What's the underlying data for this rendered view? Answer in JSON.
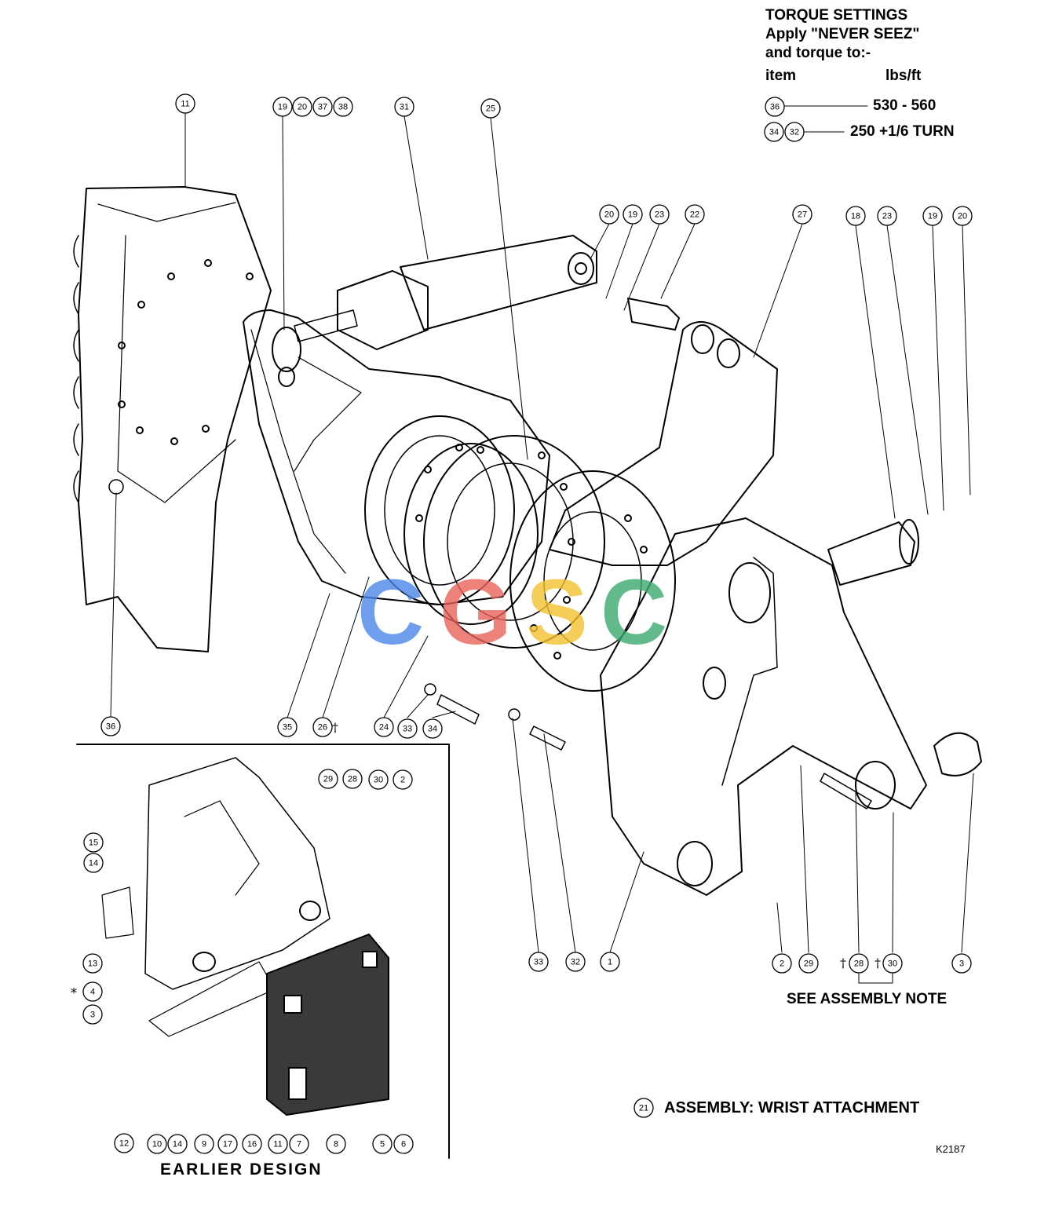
{
  "torque_settings": {
    "title": "TORQUE SETTINGS",
    "line2": "Apply \"NEVER SEEZ\"",
    "line3": "and torque to:-",
    "col_item": "item",
    "col_unit": "lbs/ft",
    "rows": [
      {
        "items": [
          "36"
        ],
        "value": "530 - 560"
      },
      {
        "items": [
          "34",
          "32"
        ],
        "value": "250 +1/6 TURN"
      }
    ]
  },
  "balloons": {
    "b11": "11",
    "b19": "19",
    "b20": "20",
    "b37": "37",
    "b38": "38",
    "b31": "31",
    "b25": "25",
    "b27": "27",
    "b22": "22",
    "b23": "23",
    "b18": "18",
    "b36": "36",
    "b35": "35",
    "b26": "26",
    "b24": "24",
    "b33": "33",
    "b34": "34",
    "b32": "32",
    "b1": "1",
    "b2": "2",
    "b29": "29",
    "b28": "28",
    "b30": "30",
    "b3": "3",
    "b15": "15",
    "b14": "14",
    "b13": "13",
    "b4": "4",
    "b12": "12",
    "b10": "10",
    "b9": "9",
    "b17": "17",
    "b16": "16",
    "b7": "7",
    "b8": "8",
    "b5": "5",
    "b6": "6",
    "b21": "21"
  },
  "see_assembly_note": "SEE ASSEMBLY NOTE",
  "assembly_label": "ASSEMBLY: WRIST ATTACHMENT",
  "earlier_design": "EARLIER DESIGN",
  "drawing_ref": "K2187",
  "watermark": {
    "letters": [
      "C",
      "G",
      "S",
      "C"
    ],
    "colors": [
      "#4A86E8",
      "#E8635A",
      "#F2C230",
      "#3BAA6E"
    ]
  }
}
